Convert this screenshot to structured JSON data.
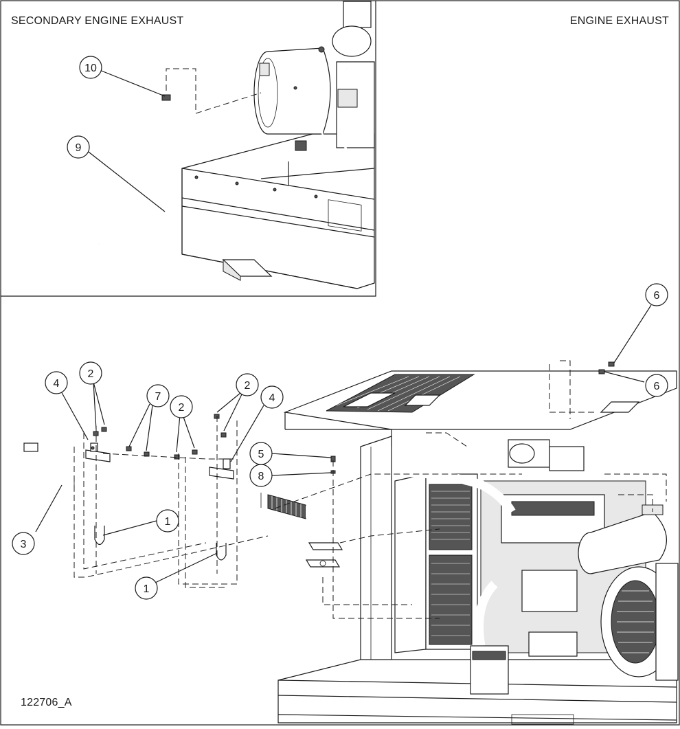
{
  "titles": {
    "left": "SECONDARY ENGINE EXHAUST",
    "right": "ENGINE EXHAUST"
  },
  "drawing_id": "122706_A",
  "callouts": {
    "c1a": "1",
    "c1b": "1",
    "c2a": "2",
    "c2b": "2",
    "c2c": "2",
    "c3": "3",
    "c4a": "4",
    "c4b": "4",
    "c5": "5",
    "c6a": "6",
    "c6b": "6",
    "c7": "7",
    "c8": "8",
    "c9": "9",
    "c10": "10"
  }
}
